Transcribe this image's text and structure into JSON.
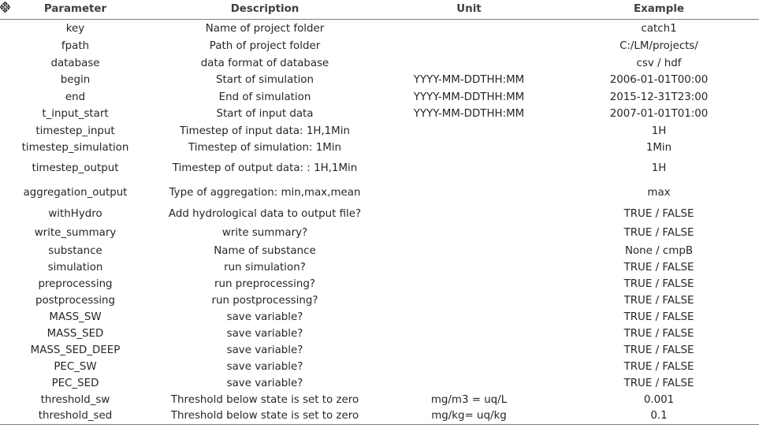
{
  "table": {
    "headers": {
      "parameter": "Parameter",
      "description": "Description",
      "unit": "Unit",
      "example": "Example"
    },
    "rows": [
      {
        "parameter": "key",
        "description": "Name of project folder",
        "unit": "",
        "example": "catch1"
      },
      {
        "parameter": "fpath",
        "description": "Path of project folder",
        "unit": "",
        "example": "C:/LM/projects/"
      },
      {
        "parameter": "database",
        "description": "data format of database",
        "unit": "",
        "example": "csv / hdf"
      },
      {
        "parameter": "begin",
        "description": "Start of simulation",
        "unit": "YYYY-MM-DDTHH:MM",
        "example": "2006-01-01T00:00"
      },
      {
        "parameter": "end",
        "description": "End of simulation",
        "unit": "YYYY-MM-DDTHH:MM",
        "example": "2015-12-31T23:00"
      },
      {
        "parameter": "t_input_start",
        "description": "Start of input data",
        "unit": "YYYY-MM-DDTHH:MM",
        "example": "2007-01-01T01:00"
      },
      {
        "parameter": "timestep_input",
        "description": "Timestep of input data: 1H,1Min",
        "unit": "",
        "example": "1H"
      },
      {
        "parameter": "timestep_simulation",
        "description": "Timestep of simulation: 1Min",
        "unit": "",
        "example": "1Min"
      },
      {
        "parameter": "timestep_output",
        "description": "Timestep of output data: : 1H,1Min",
        "unit": "",
        "example": "1H"
      },
      {
        "parameter": "aggregation_output",
        "description": "Type of aggregation: min,max,mean",
        "unit": "",
        "example": "max"
      },
      {
        "parameter": "withHydro",
        "description": "Add hydrological data to output file?",
        "unit": "",
        "example": "TRUE / FALSE"
      },
      {
        "parameter": "write_summary",
        "description": "write summary?",
        "unit": "",
        "example": "TRUE / FALSE"
      },
      {
        "parameter": "substance",
        "description": "Name of substance",
        "unit": "",
        "example": "None / cmpB"
      },
      {
        "parameter": "simulation",
        "description": "run simulation?",
        "unit": "",
        "example": "TRUE / FALSE"
      },
      {
        "parameter": "preprocessing",
        "description": "run preprocessing?",
        "unit": "",
        "example": "TRUE / FALSE"
      },
      {
        "parameter": "postprocessing",
        "description": "run postprocessing?",
        "unit": "",
        "example": "TRUE / FALSE"
      },
      {
        "parameter": "MASS_SW",
        "description": "save variable?",
        "unit": "",
        "example": "TRUE / FALSE"
      },
      {
        "parameter": "MASS_SED",
        "description": "save variable?",
        "unit": "",
        "example": "TRUE / FALSE"
      },
      {
        "parameter": "MASS_SED_DEEP",
        "description": "save variable?",
        "unit": "",
        "example": "TRUE / FALSE"
      },
      {
        "parameter": "PEC_SW",
        "description": "save variable?",
        "unit": "",
        "example": "TRUE / FALSE"
      },
      {
        "parameter": "PEC_SED",
        "description": "save variable?",
        "unit": "",
        "example": "TRUE / FALSE"
      },
      {
        "parameter": "threshold_sw",
        "description": "Threshold below state is set to zero",
        "unit": "mg/m3 = uq/L",
        "example": "0.001"
      },
      {
        "parameter": "threshold_sed",
        "description": "Threshold below state is set to zero",
        "unit": "mg/kg= uq/kg",
        "example": "0.1"
      }
    ]
  },
  "icons": {
    "cursor": "move-cursor-icon"
  },
  "colors": {
    "text": "#262626",
    "header_text": "#404040",
    "rule": "#7f7f7f"
  }
}
